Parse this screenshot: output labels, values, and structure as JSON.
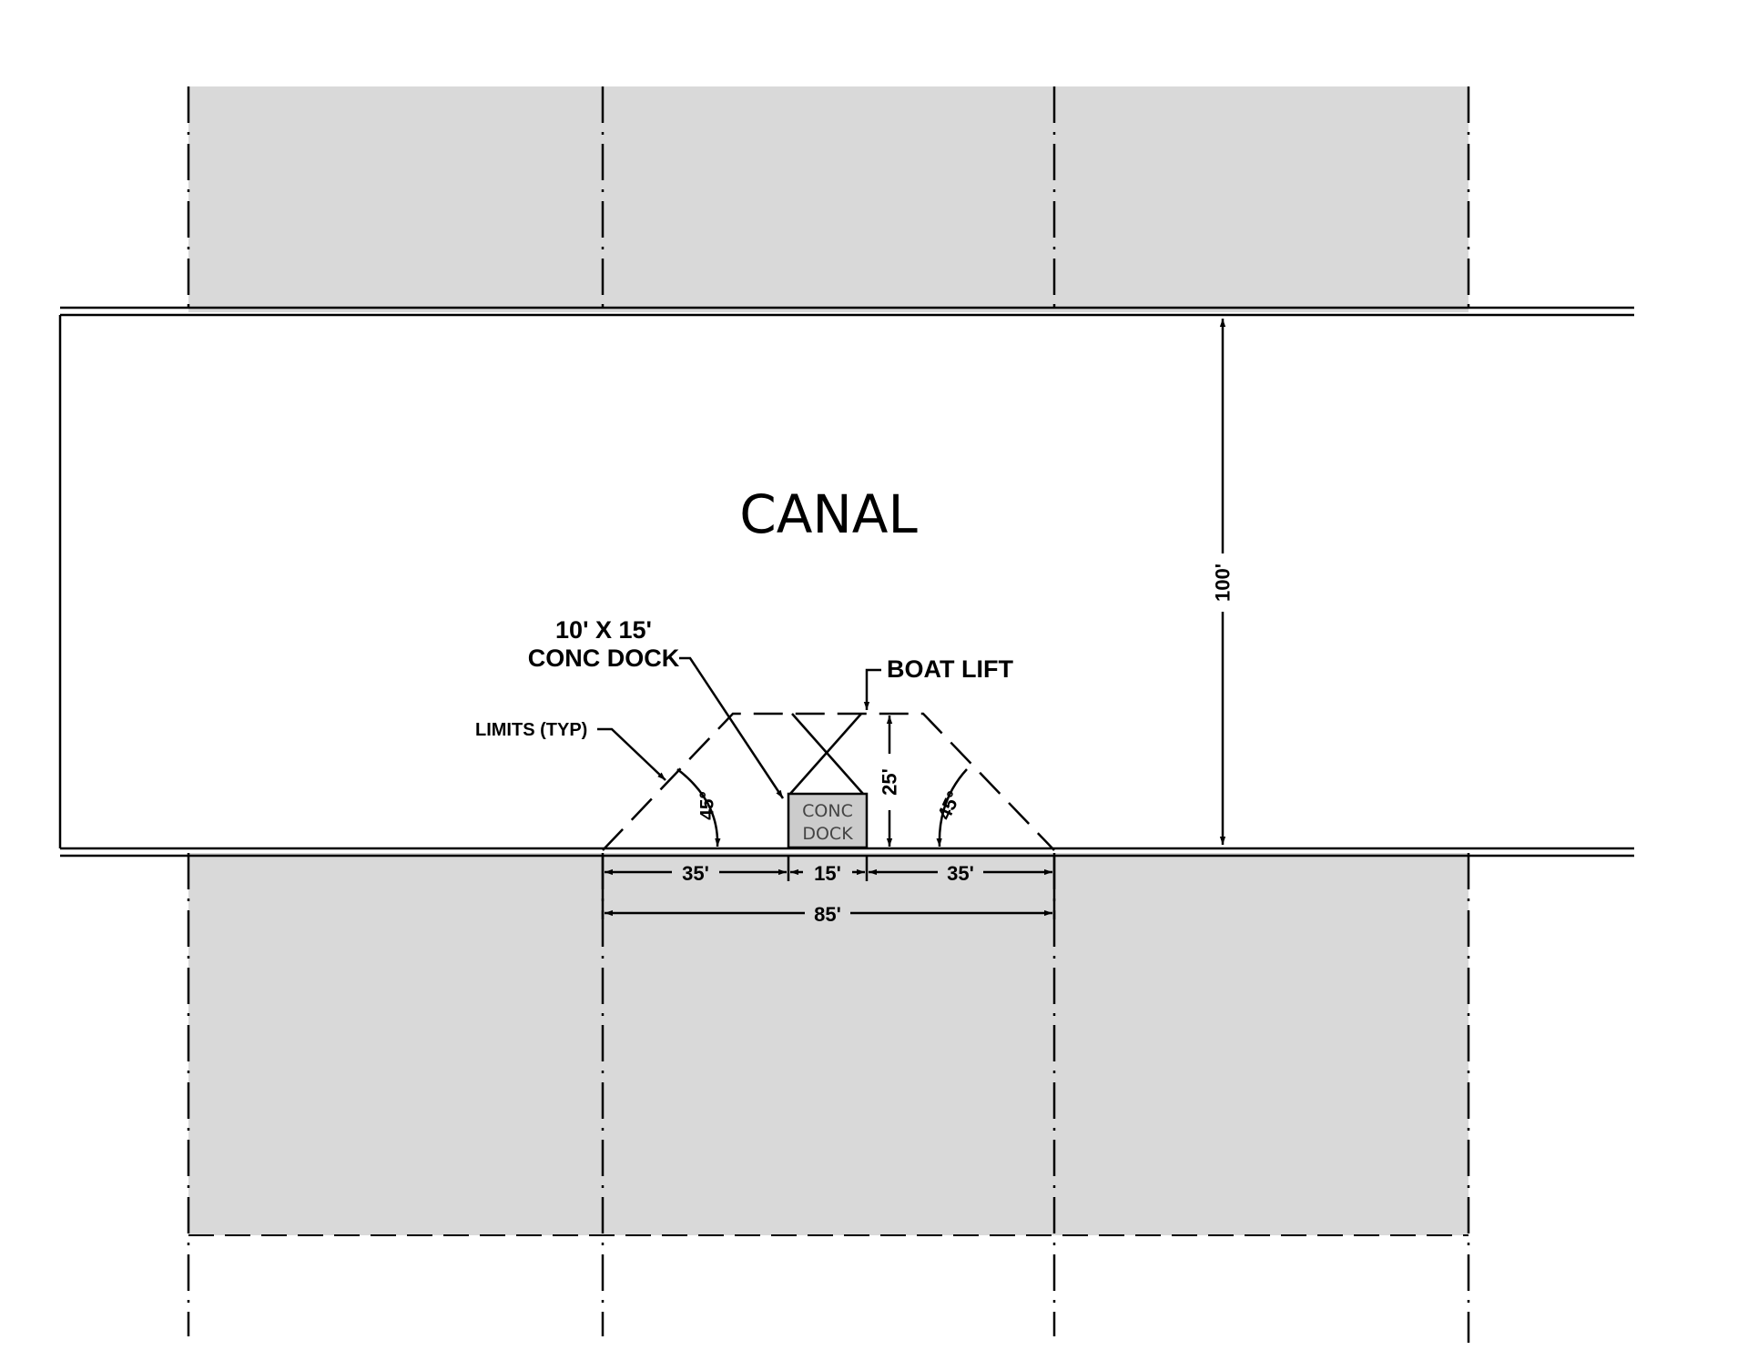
{
  "drawing": {
    "canal_label": "CANAL",
    "canal_width_dim": "100'",
    "dock_callout": {
      "line1": "10' X 15'",
      "line2": "CONC DOCK"
    },
    "boat_lift_label": "BOAT LIFT",
    "limits_label": "LIMITS (TYP)",
    "dock_box": {
      "line1": "CONC",
      "line2": "DOCK"
    },
    "dims": {
      "left_setback": "35'",
      "dock_width": "15'",
      "right_setback": "35'",
      "total_width": "85'",
      "lift_depth": "25'"
    },
    "angles": {
      "left": "45°",
      "right": "45°"
    }
  },
  "colors": {
    "lot_fill": "#d9d9d9",
    "line": "#000000",
    "dock_fill": "#cccccc"
  }
}
